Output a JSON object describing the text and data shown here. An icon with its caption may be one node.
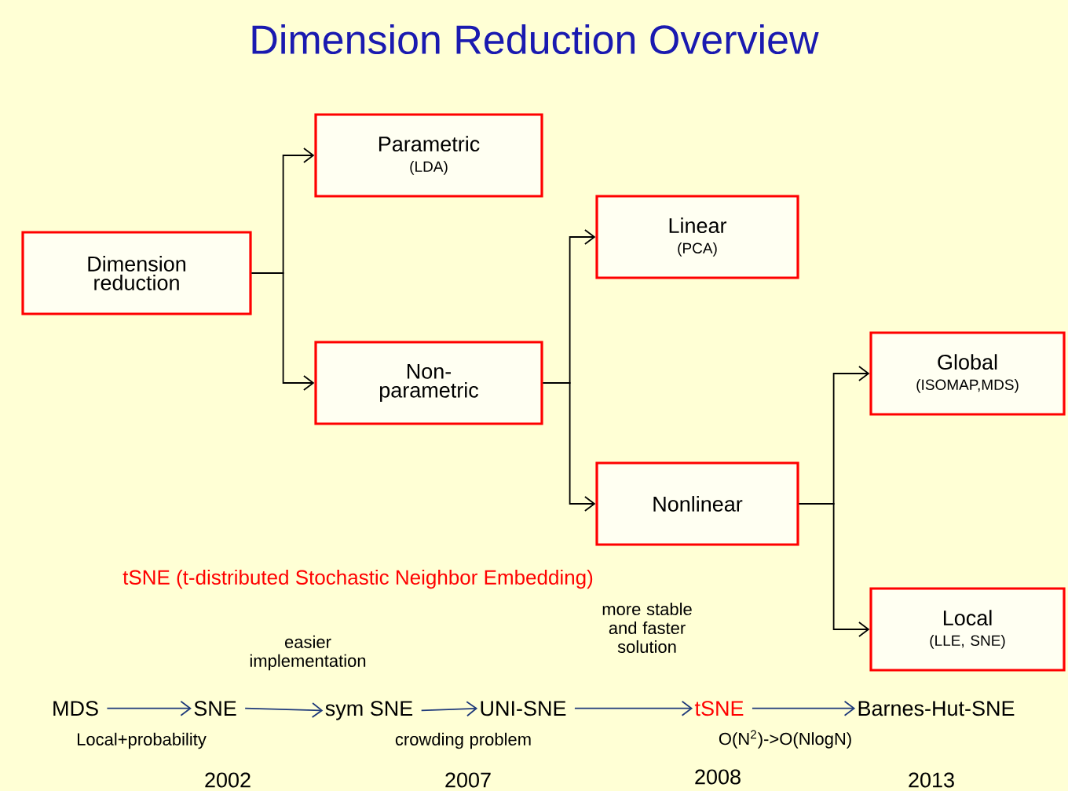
{
  "diagram": {
    "title": "Dimension Reduction Overview",
    "nodes": [
      {
        "text": [
          "Dimension reduction"
        ]
      },
      {
        "text": [
          "Parametric",
          "(LDA)"
        ]
      },
      {
        "text": [
          "Non- parametric"
        ]
      },
      {
        "text": [
          "Linear",
          "(PCA)"
        ]
      },
      {
        "text": [
          "Nonlinear"
        ]
      },
      {
        "text": [
          "Global",
          "(ISOMAP,MDS)"
        ]
      },
      {
        "text": [
          "Local",
          "(LLE, SNE)"
        ]
      },
      {
        "text": [
          "MDS"
        ]
      },
      {
        "text": [
          "SNE"
        ]
      },
      {
        "text": [
          "sym SNE"
        ]
      },
      {
        "text": [
          "UNI-SNE"
        ]
      },
      {
        "text": [
          "tSNE"
        ]
      },
      {
        "text": [
          "Barnes-Hut-SNE"
        ]
      }
    ],
    "edges": [
      {
        "from": 0,
        "to": 1,
        "arrow": "to"
      },
      {
        "from": 0,
        "to": 2,
        "arrow": "to"
      },
      {
        "from": 2,
        "to": 3,
        "arrow": "to"
      },
      {
        "from": 2,
        "to": 4,
        "arrow": "to"
      },
      {
        "from": 4,
        "to": 5,
        "arrow": "to"
      },
      {
        "from": 4,
        "to": 6,
        "arrow": "to"
      },
      {
        "from": 7,
        "to": 8,
        "arrow": "to",
        "label": "Local+probability",
        "color": "#1f3a7a"
      },
      {
        "from": 8,
        "to": 9,
        "arrow": "to",
        "label": "easier implementation",
        "color": "#1f3a7a"
      },
      {
        "from": 9,
        "to": 10,
        "arrow": "to",
        "label": "crowding problem",
        "color": "#1f3a7a"
      },
      {
        "from": 10,
        "to": 11,
        "arrow": "to",
        "label": "more stable and faster solution",
        "color": "#1f3a7a"
      },
      {
        "from": 11,
        "to": 12,
        "arrow": "to",
        "label": "O(N$^{2}$)->O(NlogN)",
        "color": "#1f3a7a"
      }
    ],
    "labels": [
      "tSNE (t-distributed Stochastic Neighbor Embedding)",
      "2002",
      "2007",
      "2008",
      "2013"
    ]
  }
}
